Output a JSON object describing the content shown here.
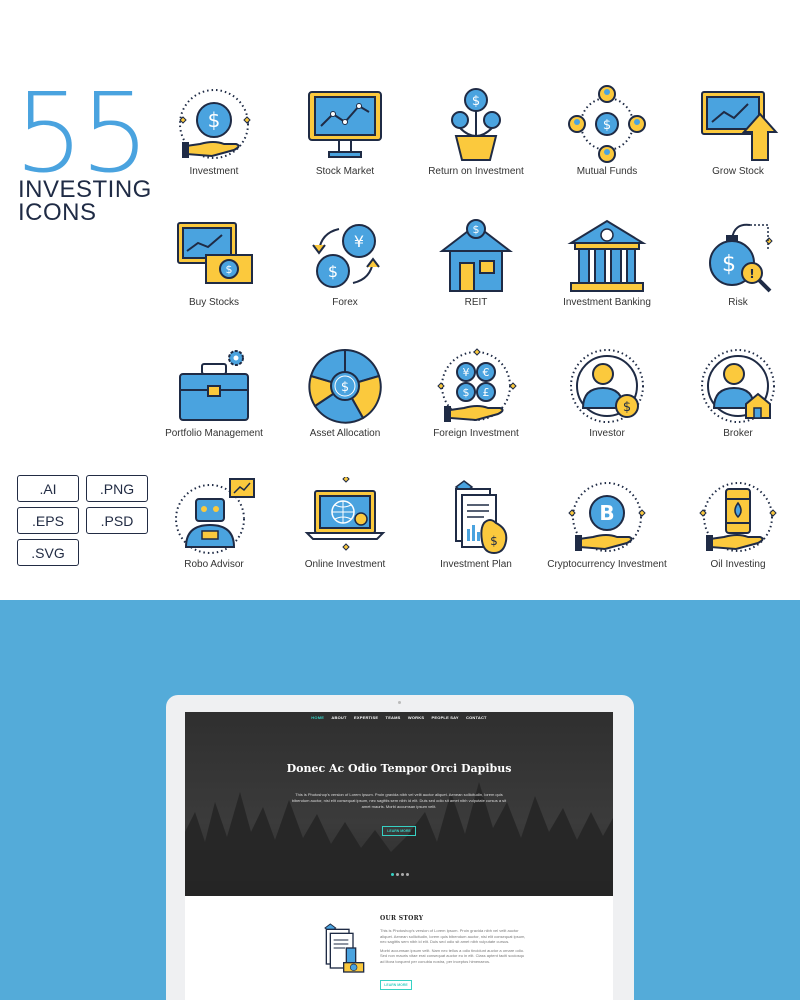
{
  "header": {
    "count": "55",
    "title_line1": "INVESTING",
    "title_line2": "ICONS"
  },
  "formats": [
    ".AI",
    ".PNG",
    ".EPS",
    ".PSD",
    ".SVG"
  ],
  "icons": [
    {
      "label": "Investment",
      "icon": "hand-coin-icon"
    },
    {
      "label": "Stock Market",
      "icon": "monitor-chart-icon"
    },
    {
      "label": "Return on Investment",
      "icon": "coin-plant-icon"
    },
    {
      "label": "Mutual Funds",
      "icon": "people-coins-icon"
    },
    {
      "label": "Grow Stock",
      "icon": "chart-arrow-up-icon"
    },
    {
      "label": "Buy Stocks",
      "icon": "chart-cash-icon"
    },
    {
      "label": "Forex",
      "icon": "currency-exchange-icon"
    },
    {
      "label": "REIT",
      "icon": "house-coin-icon"
    },
    {
      "label": "Investment Banking",
      "icon": "bank-icon"
    },
    {
      "label": "Risk",
      "icon": "bomb-coin-icon"
    },
    {
      "label": "Portfolio Management",
      "icon": "briefcase-gear-icon"
    },
    {
      "label": "Asset Allocation",
      "icon": "pie-coin-icon"
    },
    {
      "label": "Foreign Investment",
      "icon": "hand-currencies-icon"
    },
    {
      "label": "Investor",
      "icon": "person-coin-icon"
    },
    {
      "label": "Broker",
      "icon": "person-house-icon"
    },
    {
      "label": "Robo Advisor",
      "icon": "robot-chart-icon"
    },
    {
      "label": "Online Investment",
      "icon": "laptop-globe-icon"
    },
    {
      "label": "Investment Plan",
      "icon": "document-moneybag-icon"
    },
    {
      "label": "Cryptocurrency Investment",
      "icon": "hand-bitcoin-icon"
    },
    {
      "label": "Oil Investing",
      "icon": "hand-oil-barrel-icon"
    }
  ],
  "preview": {
    "nav": [
      "HOME",
      "ABOUT",
      "EXPERTISE",
      "TEAMS",
      "WORKS",
      "PEOPLE SAY",
      "CONTACT"
    ],
    "hero_title": "Donec Ac Odio Tempor Orci Dapibus",
    "hero_text": "This is Photoshop's version of Lorem Ipsum. Proin gravida nibh vel velit auctor aliquet. Aenean sollicitudin, lorem quis bibendum auctor, nisi elit consequat ipsum, nec sagittis sem nibh id elit. Duis sed odio sit amet nibh vulputate cursus a sit amet mauris. Morbi accumsan ipsum velit.",
    "hero_button": "LEARN MORE",
    "story_title": "OUR STORY",
    "story_text1": "This is Photoshop's version of Lorem Ipsum. Proin gravida nibh vel velit auctor aliquet. Aenean sollicitudin, lorem quis bibendum auctor, nisi elit consequat ipsum, nec sagittis sem nibh id elit. Duis sed odio sit amet nibh vulputate cursus.",
    "story_text2": "Morbi accumsan ipsum velit. Nam nec tellus a odio tincidunt auctor a ornare odio. Sed non mauris vitae erat consequat auctor eu in elit. Class aptent taciti sociosqu ad litora torquent per conubia nostra, per inceptos himenaeos.",
    "story_button": "LEARN MORE"
  },
  "colors": {
    "accent_blue": "#4aa3df",
    "navy": "#1f2b45",
    "icon_yellow": "#fbc93d",
    "background_blue": "#54abd9",
    "teal": "#36d1c4"
  }
}
